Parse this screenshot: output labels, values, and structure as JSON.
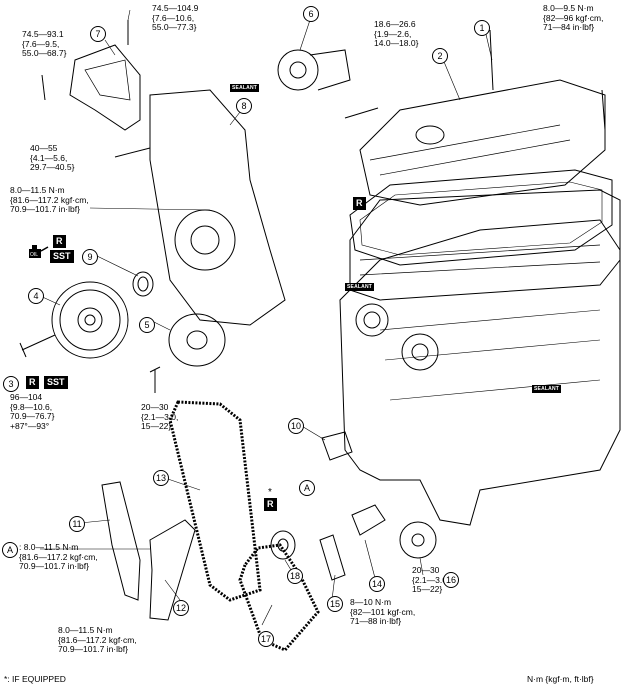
{
  "torques": {
    "t7": "74.5—93.1\n{7.6—9.5,\n55.0—68.7}",
    "t7b": "74.5—104.9\n{7.6—10.6,\n55.0—77.3}",
    "t6": "18.6—26.6\n{1.9—2.6,\n14.0—18.0}",
    "t2": "8.0—9.5 N·m\n{82—96 kgf·cm,\n71—84 in·lbf}",
    "t_cover": "40—55\n{4.1—5.6,\n29.7—40.5}",
    "t_front": "8.0—11.5 N·m\n{81.6—117.2 kgf·cm,\n70.9—101.7 in·lbf}",
    "t3": "96—104\n{9.8—10.6,\n70.9—76.7}\n+87°—93°",
    "t5": "20—30\n{2.1—3.0,\n15—22}",
    "tA": ": 8.0—11.5 N·m\n{81.6—117.2 kgf·cm,\n70.9—101.7 in·lbf}",
    "t12": "8.0—11.5 N·m\n{81.6—117.2 kgf·cm,\n70.9—101.7 in·lbf}",
    "t14": "8—10 N·m\n{82—101 kgf·cm,\n71—88 in·lbf}",
    "t16": "20—30\n{2.1—3.0,\n15—22}"
  },
  "callouts": {
    "c1": "1",
    "c2": "2",
    "c3": "3",
    "c4": "4",
    "c5": "5",
    "c6": "6",
    "c7": "7",
    "c8": "8",
    "c9": "9",
    "c10": "10",
    "c11": "11",
    "c12": "12",
    "c13": "13",
    "c14": "14",
    "c15": "15",
    "c16": "16",
    "c17": "17",
    "c18": "18",
    "cA1": "A",
    "cA2": "A"
  },
  "badges": {
    "r": "R",
    "sst": "SST",
    "sealant": "SEALANT",
    "oil": "OIL",
    "star": "*"
  },
  "footer": {
    "note": "*: IF EQUIPPED",
    "units": "N·m {kgf·m, ft·lbf}"
  }
}
